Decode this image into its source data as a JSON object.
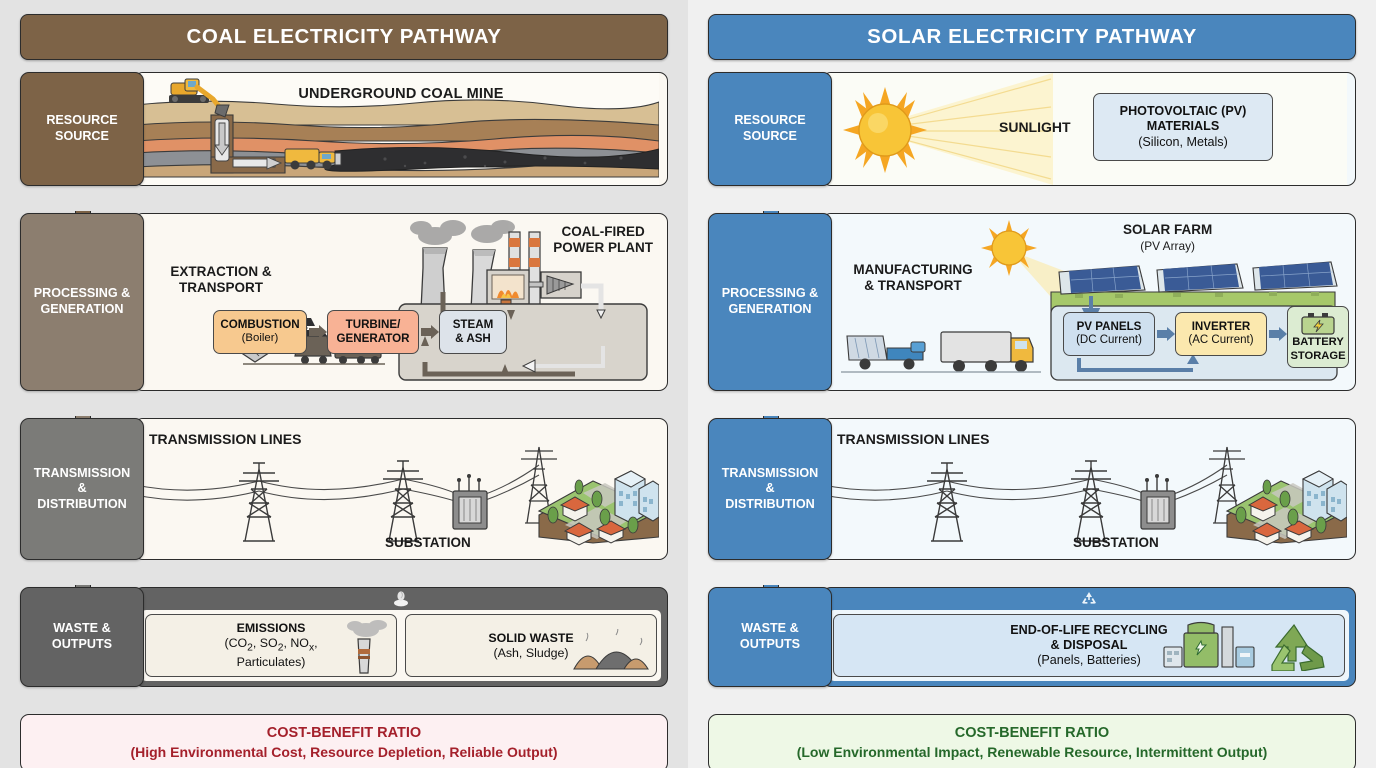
{
  "pathways": [
    {
      "id": "coal",
      "title": "COAL ELECTRICITY PATHWAY",
      "accent": "#7d6347",
      "stages": [
        {
          "label": "RESOURCE\nSOURCE",
          "label_color": "#7d6347",
          "caption": "UNDERGROUND COAL MINE",
          "scene": "coal-mine"
        },
        {
          "label": "PROCESSING &\nGENERATION",
          "label_color": "#8c7e6f",
          "caption": "COAL-FIRED\nPOWER PLANT",
          "secondary_caption": "EXTRACTION &\nTRANSPORT",
          "scene": "coal-plant",
          "flow": [
            {
              "name": "COMBUSTION",
              "sub": "(Boiler)",
              "color": "#f7c98f"
            },
            {
              "name": "TURBINE/\nGENERATOR",
              "sub": "",
              "color": "#f8b295"
            },
            {
              "name": "STEAM\n& ASH",
              "sub": "",
              "color": "#dde3ea"
            }
          ]
        },
        {
          "label": "TRANSMISSION\n&\nDISTRIBUTION",
          "label_color": "#7b7b78",
          "caption": "TRANSMISSION LINES",
          "secondary_caption": "SUBSTATION",
          "scene": "grid"
        },
        {
          "label": "WASTE &\nOUTPUTS",
          "label_color": "#636363",
          "strip_color": "#636363",
          "strip_icon": "smoke-icon",
          "scene": "coal-waste",
          "outputs": [
            {
              "name": "EMISSIONS",
              "sub": "(CO₂, SO₂, NOₓ,\nParticulates)",
              "icon": "smokestack-icon"
            },
            {
              "name": "SOLID WASTE",
              "sub": "(Ash, Sludge)",
              "icon": "waste-pile-icon"
            }
          ]
        }
      ],
      "summary": {
        "title": "COST-BENEFIT RATIO",
        "detail": "(High Environmental Cost, Resource Depletion, Reliable Output)"
      }
    },
    {
      "id": "solar",
      "title": "SOLAR ELECTRICITY PATHWAY",
      "accent": "#4a86bd",
      "stages": [
        {
          "label": "RESOURCE\nSOURCE",
          "label_color": "#4a86bd",
          "caption": "SUNLIGHT",
          "scene": "sun",
          "chip": {
            "name": "PHOTOVOLTAIC (PV)\nMATERIALS",
            "sub": "(Silicon, Metals)"
          }
        },
        {
          "label": "PROCESSING &\nGENERATION",
          "label_color": "#4a86bd",
          "caption": "SOLAR FARM",
          "caption_sub": "(PV Array)",
          "secondary_caption": "MANUFACTURING\n& TRANSPORT",
          "scene": "solar-farm",
          "flow": [
            {
              "name": "PV PANELS",
              "sub": "(DC Current)",
              "color": "#cfe0ef"
            },
            {
              "name": "INVERTER",
              "sub": "(AC Current)",
              "color": "#fbe8ae"
            },
            {
              "name": "BATTERY\nSTORAGE",
              "sub": "",
              "color": "#dcecd2"
            }
          ]
        },
        {
          "label": "TRANSMISSION\n&\nDISTRIBUTION",
          "label_color": "#4a86bd",
          "caption": "TRANSMISSION LINES",
          "secondary_caption": "SUBSTATION",
          "scene": "grid"
        },
        {
          "label": "WASTE &\nOUTPUTS",
          "label_color": "#4a86bd",
          "strip_color": "#4a86bd",
          "strip_icon": "recycle-icon",
          "scene": "solar-waste",
          "outputs": [
            {
              "name": "END-OF-LIFE RECYCLING\n& DISPOSAL",
              "sub": "(Panels, Batteries)",
              "icon": "recycling-plant-icon"
            }
          ]
        }
      ],
      "summary": {
        "title": "COST-BENEFIT RATIO",
        "detail": "(Low Environmental Impact, Renewable Resource, Intermittent Output)"
      }
    }
  ]
}
